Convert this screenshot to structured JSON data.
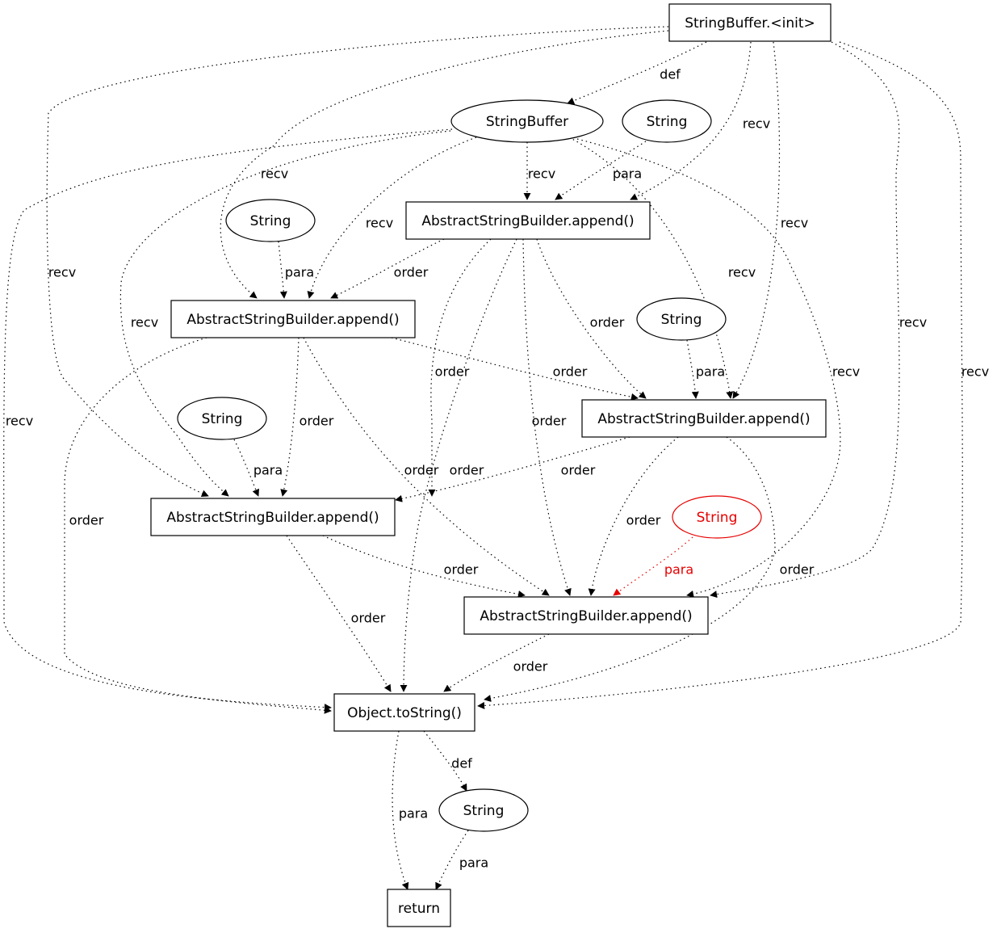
{
  "graph": {
    "nodes": [
      {
        "id": "n_init",
        "label": "StringBuffer.<init>",
        "shape": "box"
      },
      {
        "id": "n_sb",
        "label": "StringBuffer",
        "shape": "ellipse"
      },
      {
        "id": "n_str1",
        "label": "String",
        "shape": "ellipse"
      },
      {
        "id": "n_app1",
        "label": "AbstractStringBuilder.append()",
        "shape": "box"
      },
      {
        "id": "n_str2",
        "label": "String",
        "shape": "ellipse"
      },
      {
        "id": "n_app2",
        "label": "AbstractStringBuilder.append()",
        "shape": "box"
      },
      {
        "id": "n_str3",
        "label": "String",
        "shape": "ellipse"
      },
      {
        "id": "n_app3",
        "label": "AbstractStringBuilder.append()",
        "shape": "box"
      },
      {
        "id": "n_str4",
        "label": "String",
        "shape": "ellipse"
      },
      {
        "id": "n_app4",
        "label": "AbstractStringBuilder.append()",
        "shape": "box"
      },
      {
        "id": "n_str5",
        "label": "String",
        "shape": "ellipse",
        "color": "#e60000"
      },
      {
        "id": "n_app5",
        "label": "AbstractStringBuilder.append()",
        "shape": "box"
      },
      {
        "id": "n_tostr",
        "label": "Object.toString()",
        "shape": "box"
      },
      {
        "id": "n_str6",
        "label": "String",
        "shape": "ellipse"
      },
      {
        "id": "n_ret",
        "label": "return",
        "shape": "box"
      }
    ],
    "edges": [
      {
        "id": "e1",
        "from": "n_init",
        "to": "n_sb",
        "label": "def"
      },
      {
        "id": "e2",
        "from": "n_init",
        "to": "n_app1",
        "label": "recv"
      },
      {
        "id": "e3",
        "from": "n_init",
        "to": "n_app2",
        "label": "recv"
      },
      {
        "id": "e4",
        "from": "n_init",
        "to": "n_app3",
        "label": "recv"
      },
      {
        "id": "e5",
        "from": "n_init",
        "to": "n_app4",
        "label": "recv"
      },
      {
        "id": "e6",
        "from": "n_init",
        "to": "n_app5",
        "label": "recv"
      },
      {
        "id": "e7",
        "from": "n_init",
        "to": "n_tostr",
        "label": "recv"
      },
      {
        "id": "e8",
        "from": "n_sb",
        "to": "n_app1",
        "label": "recv"
      },
      {
        "id": "e9",
        "from": "n_sb",
        "to": "n_app2",
        "label": "recv"
      },
      {
        "id": "e10",
        "from": "n_sb",
        "to": "n_app3",
        "label": "recv"
      },
      {
        "id": "e11",
        "from": "n_sb",
        "to": "n_app4",
        "label": "recv"
      },
      {
        "id": "e12",
        "from": "n_sb",
        "to": "n_app5",
        "label": "recv"
      },
      {
        "id": "e13",
        "from": "n_sb",
        "to": "n_tostr",
        "label": "recv"
      },
      {
        "id": "e14",
        "from": "n_str1",
        "to": "n_app1",
        "label": "para"
      },
      {
        "id": "e15",
        "from": "n_str2",
        "to": "n_app2",
        "label": "para"
      },
      {
        "id": "e16",
        "from": "n_str3",
        "to": "n_app3",
        "label": "para"
      },
      {
        "id": "e17",
        "from": "n_str4",
        "to": "n_app4",
        "label": "para"
      },
      {
        "id": "e18",
        "from": "n_str5",
        "to": "n_app5",
        "label": "para",
        "color": "#e60000"
      },
      {
        "id": "e19",
        "from": "n_app1",
        "to": "n_app2",
        "label": "order"
      },
      {
        "id": "e20",
        "from": "n_app1",
        "to": "n_app3",
        "label": "order"
      },
      {
        "id": "e21",
        "from": "n_app1",
        "to": "n_app4",
        "label": "order"
      },
      {
        "id": "e22",
        "from": "n_app1",
        "to": "n_app5",
        "label": "order"
      },
      {
        "id": "e23",
        "from": "n_app1",
        "to": "n_tostr",
        "label": "order"
      },
      {
        "id": "e24",
        "from": "n_app2",
        "to": "n_app3",
        "label": "order"
      },
      {
        "id": "e25",
        "from": "n_app2",
        "to": "n_app4",
        "label": "order"
      },
      {
        "id": "e26",
        "from": "n_app2",
        "to": "n_app5",
        "label": "order"
      },
      {
        "id": "e27",
        "from": "n_app2",
        "to": "n_tostr",
        "label": "order"
      },
      {
        "id": "e28",
        "from": "n_app3",
        "to": "n_app4",
        "label": "order"
      },
      {
        "id": "e29",
        "from": "n_app3",
        "to": "n_app5",
        "label": "order"
      },
      {
        "id": "e30",
        "from": "n_app3",
        "to": "n_tostr",
        "label": "order"
      },
      {
        "id": "e31",
        "from": "n_app4",
        "to": "n_app5",
        "label": "order"
      },
      {
        "id": "e32",
        "from": "n_app4",
        "to": "n_tostr",
        "label": "order"
      },
      {
        "id": "e33",
        "from": "n_app5",
        "to": "n_tostr",
        "label": "order"
      },
      {
        "id": "e34",
        "from": "n_tostr",
        "to": "n_str6",
        "label": "def"
      },
      {
        "id": "e35",
        "from": "n_tostr",
        "to": "n_ret",
        "label": "para"
      },
      {
        "id": "e36",
        "from": "n_str6",
        "to": "n_ret",
        "label": "para"
      }
    ]
  }
}
